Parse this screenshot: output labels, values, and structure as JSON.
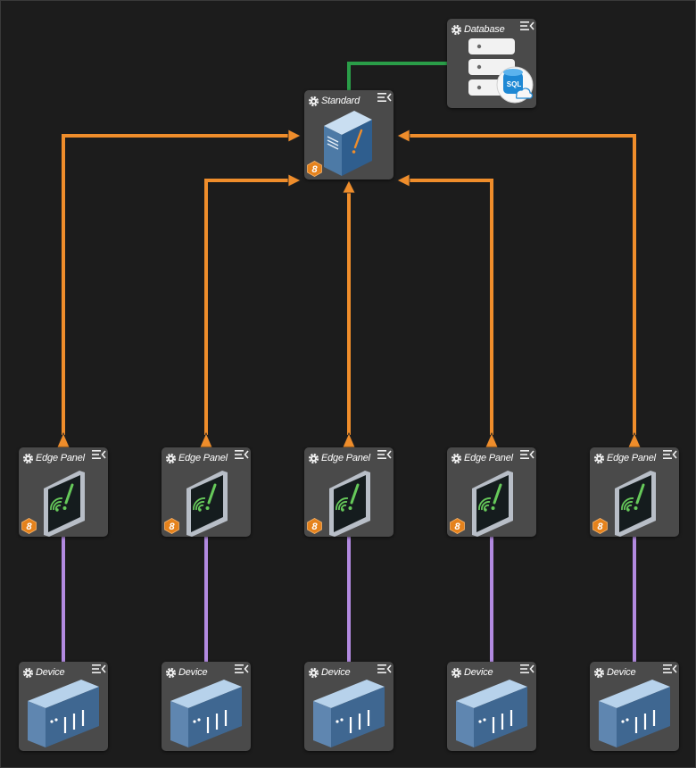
{
  "colors": {
    "background": "#1c1c1c",
    "node": "#4a4a4a",
    "db_link": "#2a9d48",
    "upstream_link": "#ef8d2b",
    "device_link": "#b28ae0",
    "badge": "#e5821c"
  },
  "database": {
    "title": "Database",
    "icon": "database-server-icon",
    "sql_label": "SQL"
  },
  "gateway": {
    "title": "Standard",
    "icon": "server-tower-icon",
    "badge": "8"
  },
  "edge_panels": [
    {
      "title": "Edge Panel",
      "badge": "8",
      "icon": "edge-panel-icon"
    },
    {
      "title": "Edge Panel",
      "badge": "8",
      "icon": "edge-panel-icon"
    },
    {
      "title": "Edge Panel",
      "badge": "8",
      "icon": "edge-panel-icon"
    },
    {
      "title": "Edge Panel",
      "badge": "8",
      "icon": "edge-panel-icon"
    },
    {
      "title": "Edge Panel",
      "badge": "8",
      "icon": "edge-panel-icon"
    }
  ],
  "devices": [
    {
      "title": "Device",
      "icon": "plc-device-icon"
    },
    {
      "title": "Device",
      "icon": "plc-device-icon"
    },
    {
      "title": "Device",
      "icon": "plc-device-icon"
    },
    {
      "title": "Device",
      "icon": "plc-device-icon"
    },
    {
      "title": "Device",
      "icon": "plc-device-icon"
    }
  ]
}
